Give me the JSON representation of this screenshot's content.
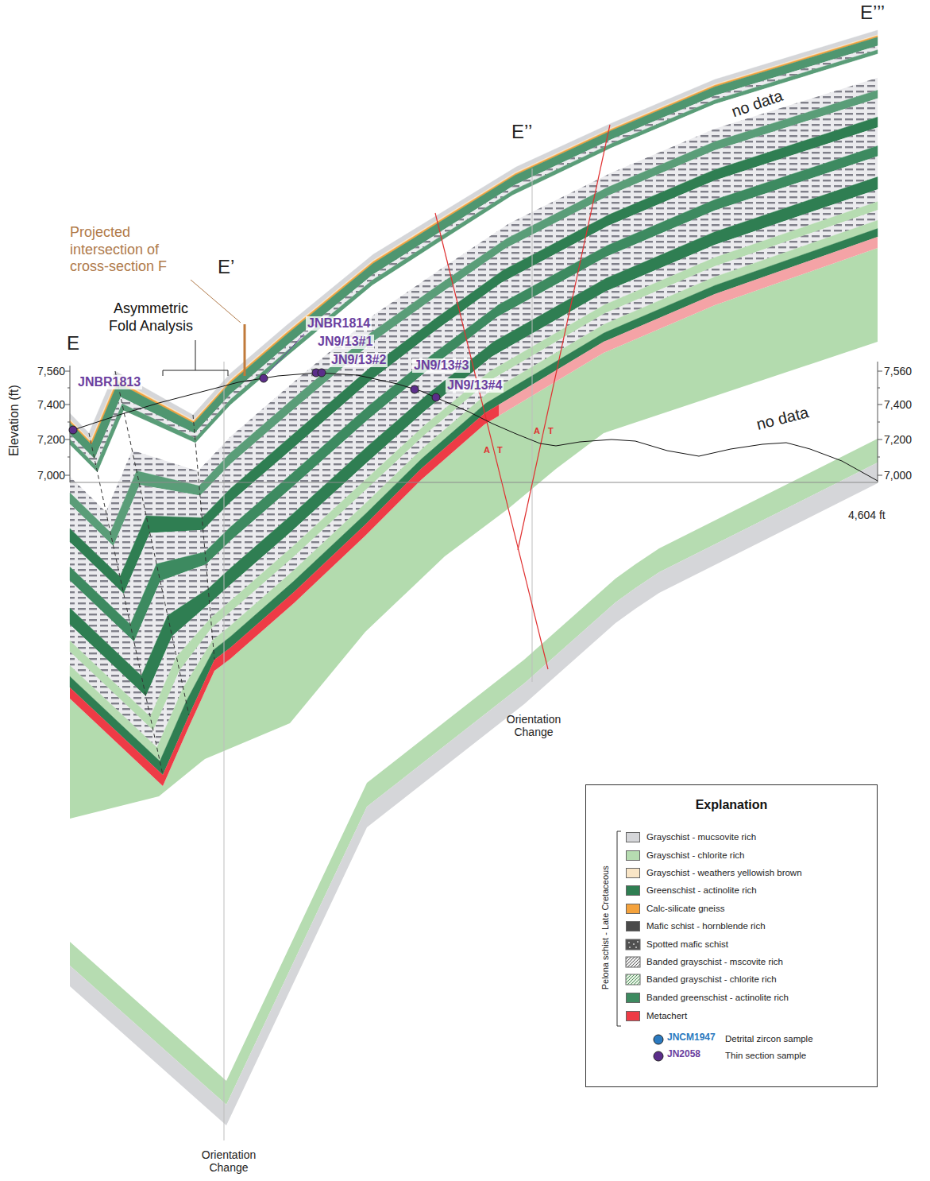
{
  "diagram": {
    "nodes": [
      {
        "text": [
          "Explanation"
        ]
      }
    ],
    "labels": [
      "E",
      "E’",
      "E’’",
      "E’’’",
      "Projected intersection of cross-section F",
      "Asymmetric Fold Analysis",
      "JNBR1813",
      "JNBR1814",
      "JN9/13#1",
      "JN9/13#2",
      "JN9/13#3",
      "JN9/13#4",
      "no data",
      "no data",
      "Elevation (ft)",
      "7,560",
      "7,400",
      "7,200",
      "7,000",
      "7,560",
      "7,400",
      "7,200",
      "7,000",
      "4,604 ft",
      "A",
      "T",
      "A",
      "T",
      "Orientation Change",
      "Orientation Change",
      "Pelona schist - Late Cretaceous",
      "JNCM1947",
      "JN2058"
    ],
    "legend": [
      {
        "text": "Grayschist - mucsovite rich",
        "color": "#d5d6d9"
      },
      {
        "text": "Grayschist - chlorite rich",
        "color": "#b6dcb1"
      },
      {
        "text": "Grayschist - weathers yellowish brown",
        "color": "#f9e5c6"
      },
      {
        "text": "Greenschist - actinolite rich",
        "color": "#2f7e52"
      },
      {
        "text": "Calc-silicate gneiss",
        "color": "#f4a23c"
      },
      {
        "text": "Mafic schist - hornblende rich",
        "color": "#4a4a4a"
      },
      {
        "text": "Spotted mafic schist"
      },
      {
        "text": "Banded grayschist - mscovite rich"
      },
      {
        "text": "Banded grayschist - chlorite rich"
      },
      {
        "text": "Banded greenschist - actinolite rich",
        "color": "#3d8a60"
      },
      {
        "text": "Metachert",
        "color": "#ee3b46"
      },
      {
        "text": "Detrital zircon sample"
      },
      {
        "text": "Thin section sample"
      }
    ]
  }
}
